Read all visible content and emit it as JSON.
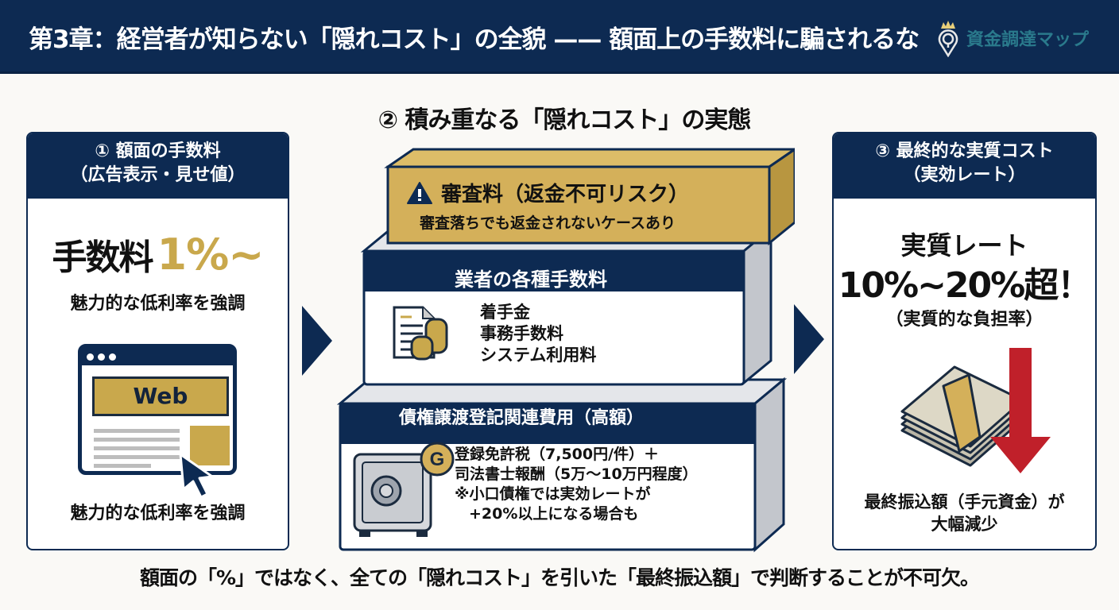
{
  "header": {
    "title": "第3章：経営者が知らない「隠れコスト」の全貌 —— 額面上の手数料に騙されるな",
    "brand_name": "資金調達マップ",
    "brand_icon": "crown-pin-icon",
    "bg_color": "#0d2a52"
  },
  "panel1": {
    "heading_line1": "① 額面の手数料",
    "heading_line2": "（広告表示・見せ値）",
    "fee_label": "手数料",
    "fee_value": "1%~",
    "caption_top": "魅力的な低利率を強調",
    "web_label": "Web",
    "caption_bottom": "魅力的な低利率を強調",
    "accent_color": "#c9a84c"
  },
  "panel2": {
    "title": "② 積み重なる「隠れコスト」の実態",
    "block1": {
      "title": "審査料（返金不可リスク）",
      "subtitle": "審査落ちでも返金されないケースあり",
      "icon": "warning-icon",
      "color": "#d4b05a"
    },
    "block2": {
      "title": "業者の各種手数料",
      "items": [
        "着手金",
        "事務手数料",
        "システム利用料"
      ],
      "icon": "document-coins-icon"
    },
    "block3": {
      "title": "債権譲渡登記関連費用（高額）",
      "line1": "登録免許税（7,500円/件）＋",
      "line2": "司法書士報酬（5万～10万円程度）",
      "note1": "※小口債権では実効レートが",
      "note2": "+20%以上になる場合も",
      "icon": "safe-icon",
      "coin_letter": "G"
    }
  },
  "panel3": {
    "heading_line1": "③ 最終的な実質コスト",
    "heading_line2": "（実効レート）",
    "rate_label": "実質レート",
    "rate_value": "10%~20%超！",
    "rate_note": "（実質的な負担率）",
    "bottom_line1": "最終振込額（手元資金）が",
    "bottom_line2": "大幅減少",
    "arrow_color": "#c0202a"
  },
  "footer": {
    "text": "額面の「%」ではなく、全ての「隠れコスト」を引いた「最終振込額」で判断することが不可欠。"
  }
}
